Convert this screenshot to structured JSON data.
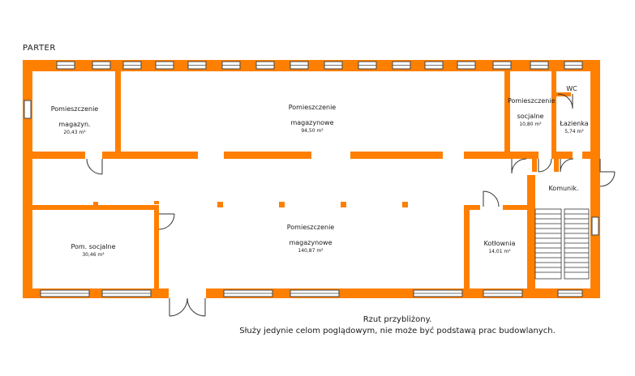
{
  "floor_title": "PARTER",
  "rooms": [
    {
      "name": "Pomieszczenie magazyn.",
      "area": "20,43 m²"
    },
    {
      "name": "Pomieszczenie magazynowe",
      "area": "94,50 m²"
    },
    {
      "name": "Pomieszczenie socjalne",
      "area": "10,80 m²"
    },
    {
      "name": "WC",
      "area": ""
    },
    {
      "name": "Łazienka",
      "area": "5,74 m²"
    },
    {
      "name": "Komunik.",
      "area": ""
    },
    {
      "name": "Pom. socjalne",
      "area": "30,46 m²"
    },
    {
      "name": "Pomieszczenie magazynowe",
      "area": "140,87 m²"
    },
    {
      "name": "Kotłownia",
      "area": "14,01 m²"
    }
  ],
  "note": {
    "line1": "Rzut przybliżony.",
    "line2": "Służy jedynie celom poglądowym, nie może być podstawą prac budowlanych."
  },
  "colors": {
    "wall": "#ff7f00",
    "window_frame": "#444444",
    "window_fill": "#ffffff",
    "door_line": "#333333"
  }
}
